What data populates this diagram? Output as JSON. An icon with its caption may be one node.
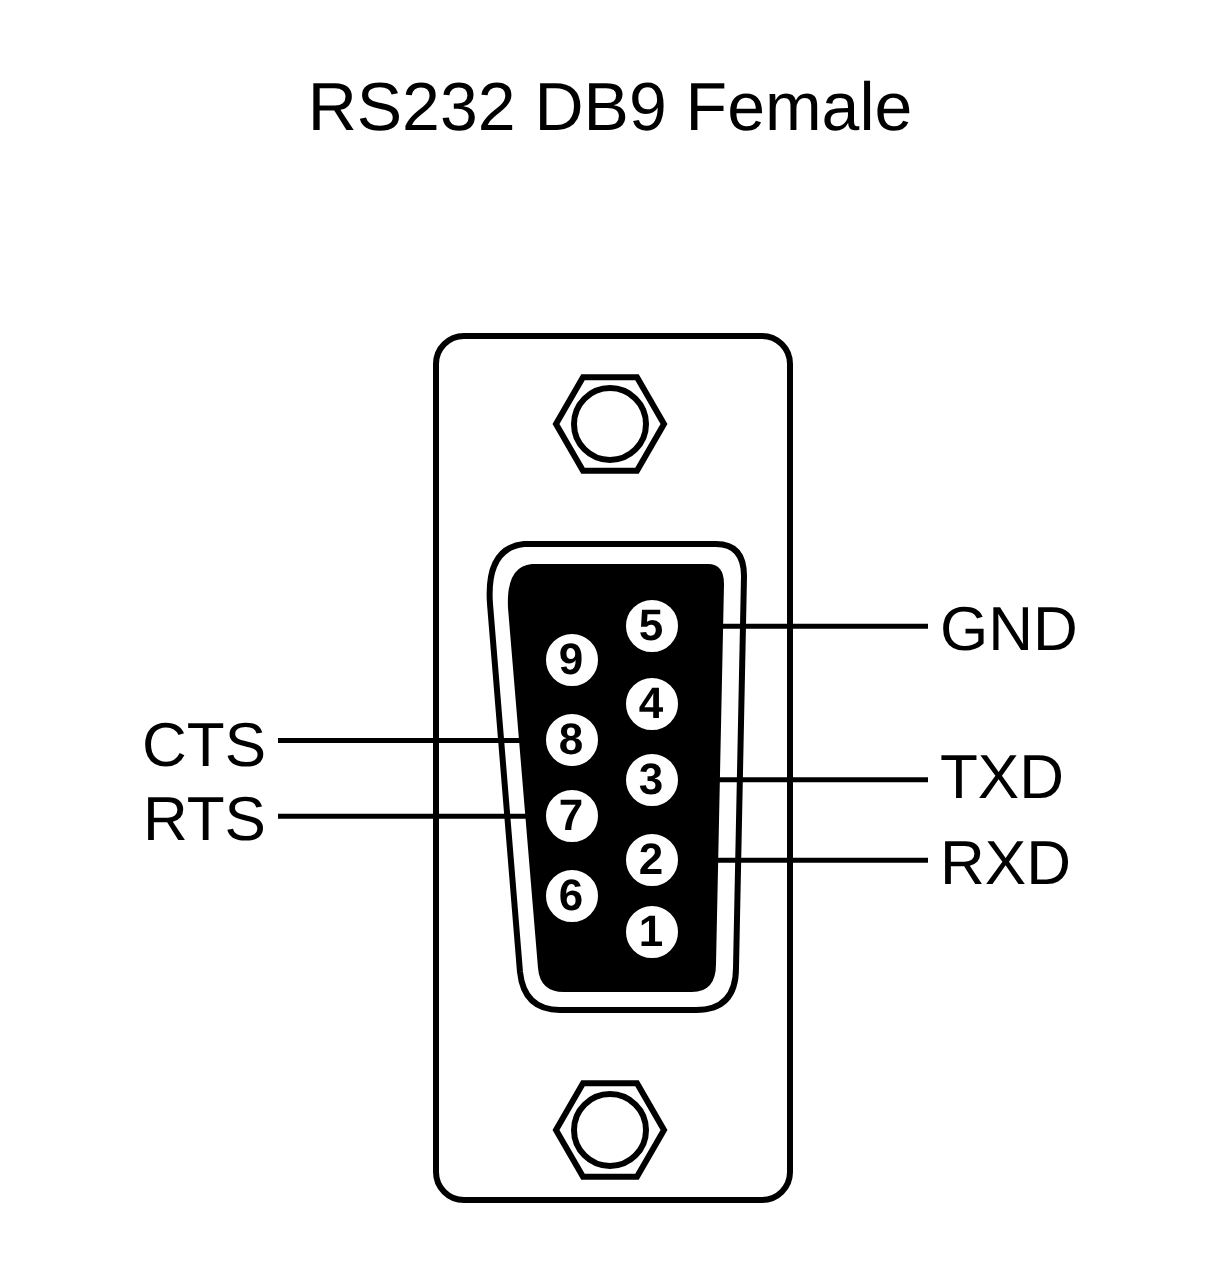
{
  "diagram": {
    "title": "RS232 DB9 Female",
    "nodes": [
      {
        "text": [
          "GND"
        ]
      },
      {
        "text": [
          "CTS"
        ]
      },
      {
        "text": [
          "TXD"
        ]
      },
      {
        "text": [
          "RTS"
        ]
      },
      {
        "text": [
          "RXD"
        ]
      },
      {
        "text": [
          "1"
        ]
      },
      {
        "text": [
          "2"
        ]
      },
      {
        "text": [
          "3"
        ]
      },
      {
        "text": [
          "4"
        ]
      },
      {
        "text": [
          "5"
        ]
      },
      {
        "text": [
          "6"
        ]
      },
      {
        "text": [
          "7"
        ]
      },
      {
        "text": [
          "8"
        ]
      },
      {
        "text": [
          "9"
        ]
      }
    ],
    "edges": [
      {
        "from": 0,
        "to": 9,
        "arrow": "none"
      },
      {
        "from": 1,
        "to": 12,
        "arrow": "none"
      },
      {
        "from": 2,
        "to": 7,
        "arrow": "none"
      },
      {
        "from": 3,
        "to": 11,
        "arrow": "none"
      },
      {
        "from": 4,
        "to": 6,
        "arrow": "none"
      }
    ]
  }
}
